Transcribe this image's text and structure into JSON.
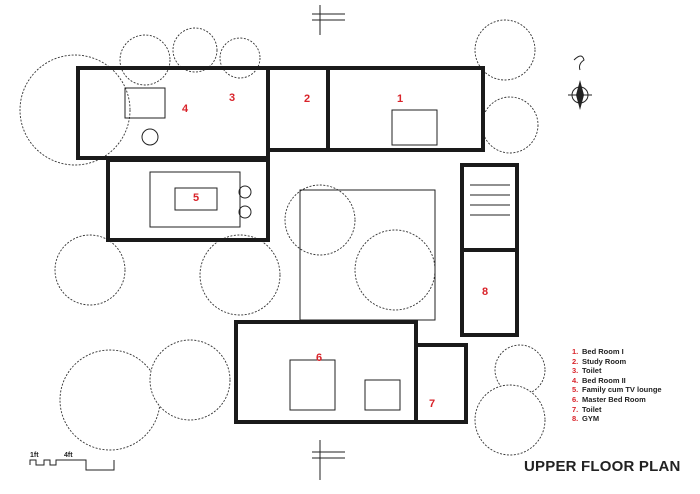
{
  "title": "UPPER FLOOR PLAN",
  "room_labels": [
    "1",
    "2",
    "3",
    "4",
    "5",
    "6",
    "7",
    "8"
  ],
  "legend": [
    {
      "num": "1.",
      "label": "Bed Room I"
    },
    {
      "num": "2.",
      "label": "Study Room"
    },
    {
      "num": "3.",
      "label": "Toilet"
    },
    {
      "num": "4.",
      "label": "Bed Room II"
    },
    {
      "num": "5.",
      "label": "Family cum TV lounge"
    },
    {
      "num": "6.",
      "label": "Master Bed Room"
    },
    {
      "num": "7.",
      "label": "Toilet"
    },
    {
      "num": "8.",
      "label": "GYM"
    }
  ],
  "scale": {
    "small": "1ft",
    "large": "4ft"
  },
  "north_arrow_icon": "north-arrow-icon",
  "colors": {
    "room_number": "#d9232a",
    "ink": "#1a1a1a"
  }
}
